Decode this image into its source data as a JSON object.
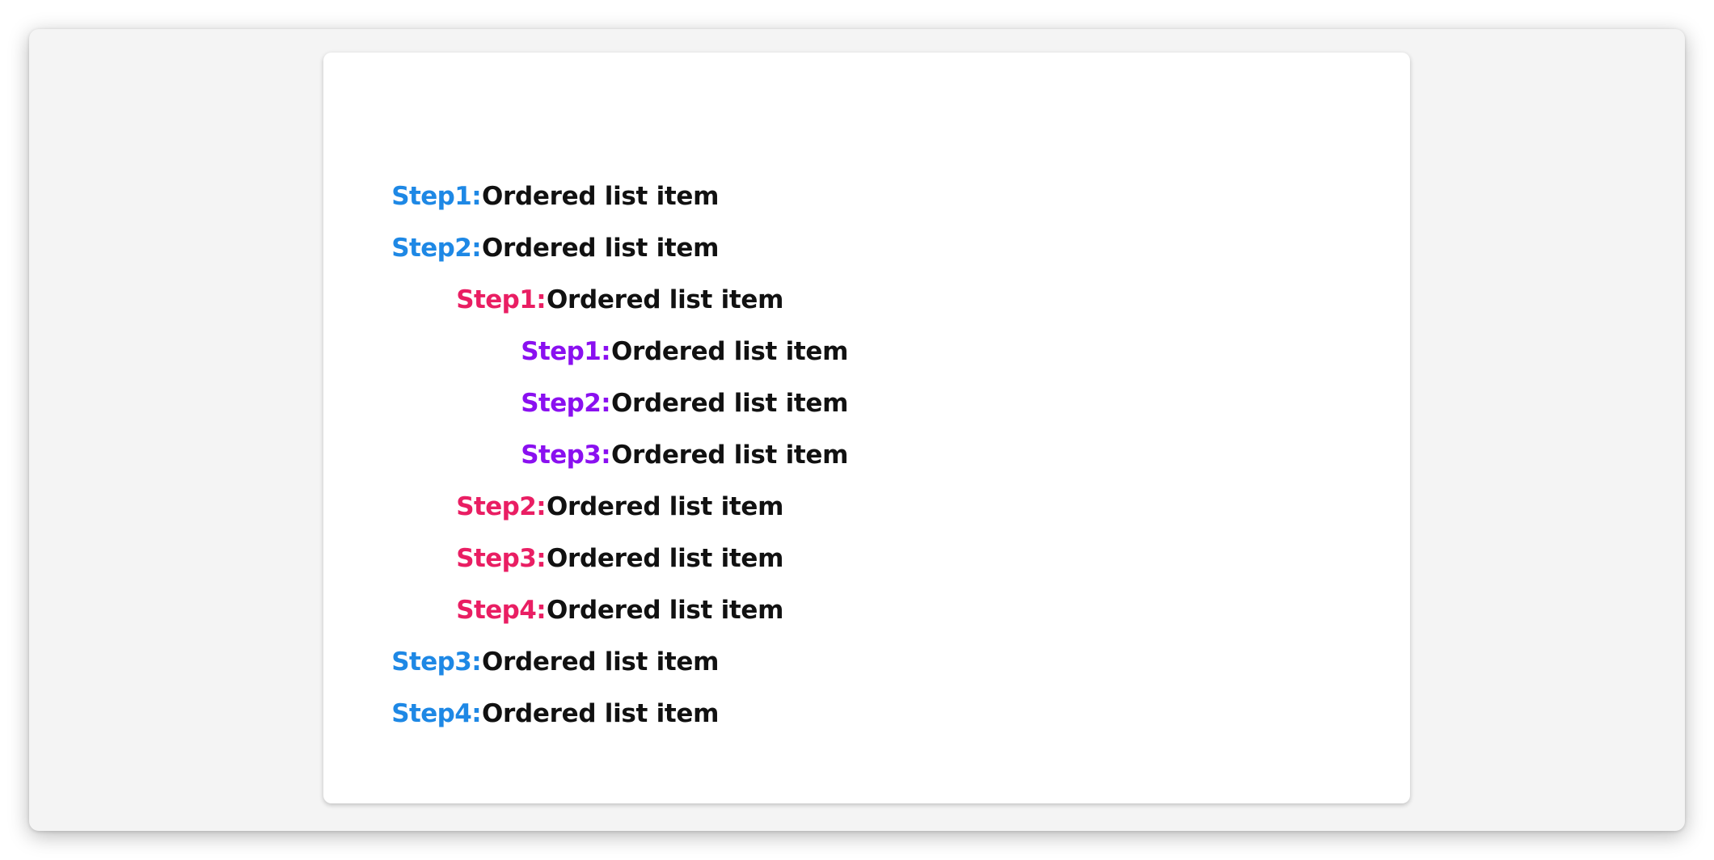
{
  "colors": {
    "level1": "#1e88e5",
    "level2": "#e91e63",
    "level3": "#8a10f0",
    "text": "#111111"
  },
  "items": [
    {
      "marker": "Step1:",
      "text": "Ordered list item",
      "level": 1
    },
    {
      "marker": "Step2:",
      "text": "Ordered list item",
      "level": 1
    },
    {
      "marker": "Step1:",
      "text": "Ordered list item",
      "level": 2
    },
    {
      "marker": "Step1:",
      "text": "Ordered list item",
      "level": 3
    },
    {
      "marker": "Step2:",
      "text": "Ordered list item",
      "level": 3
    },
    {
      "marker": "Step3:",
      "text": "Ordered list item",
      "level": 3
    },
    {
      "marker": "Step2:",
      "text": "Ordered list item",
      "level": 2
    },
    {
      "marker": "Step3:",
      "text": "Ordered list item",
      "level": 2
    },
    {
      "marker": "Step4:",
      "text": "Ordered list item",
      "level": 2
    },
    {
      "marker": "Step3:",
      "text": "Ordered list item",
      "level": 1
    },
    {
      "marker": "Step4:",
      "text": "Ordered list item",
      "level": 1
    }
  ]
}
